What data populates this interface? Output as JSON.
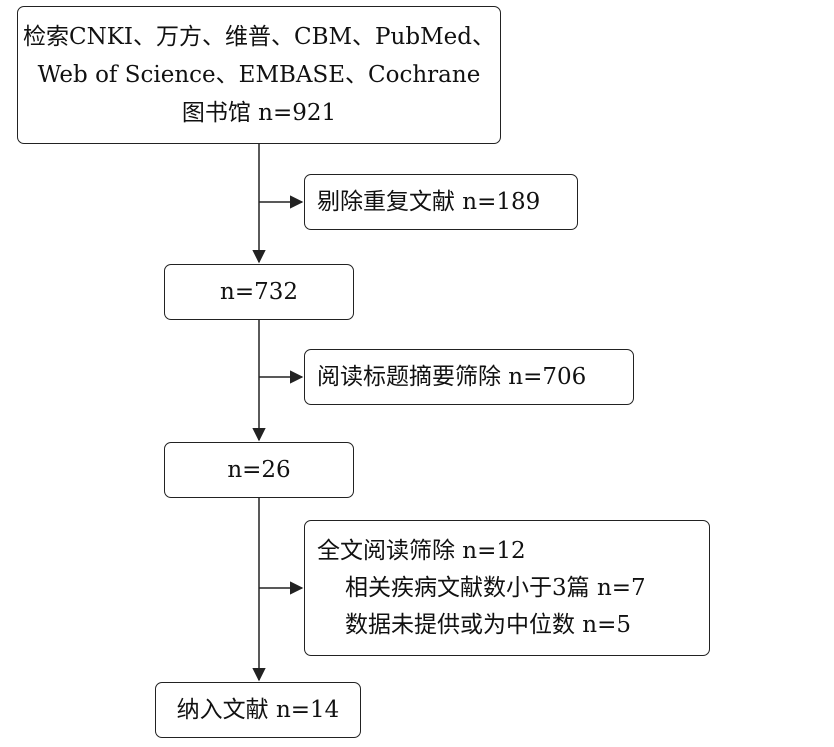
{
  "flow": {
    "search": {
      "lines": [
        "检索CNKI、万方、维普、CBM、PubMed、",
        "Web of Science、EMBASE、Cochrane",
        "图书馆 n=921"
      ]
    },
    "remove_duplicates": "剔除重复文献 n=189",
    "after_dedup": "n=732",
    "title_abstract_screen": "阅读标题摘要筛除 n=706",
    "after_title_screen": "n=26",
    "full_text_screen": {
      "heading": "全文阅读筛除 n=12",
      "reasons": [
        "相关疾病文献数小于3篇 n=7",
        "数据未提供或为中位数 n=5"
      ]
    },
    "included": "纳入文献 n=14"
  }
}
